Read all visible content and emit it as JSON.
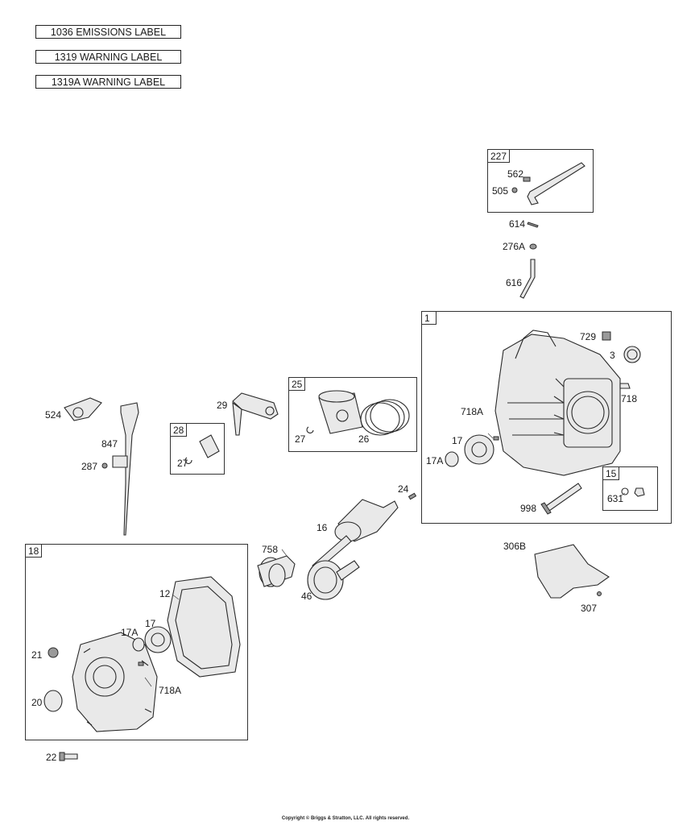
{
  "labels": [
    "1036 EMISSIONS LABEL",
    "1319 WARNING LABEL",
    "1319A WARNING LABEL"
  ],
  "groups": {
    "g227": "227",
    "g1": "1",
    "g25": "25",
    "g28": "28",
    "g15": "15",
    "g18": "18"
  },
  "callouts": {
    "c562": "562",
    "c505": "505",
    "c614": "614",
    "c276A": "276A",
    "c616": "616",
    "c729": "729",
    "c3": "3",
    "c718": "718",
    "c718A_top": "718A",
    "c17_top": "17",
    "c17A_top": "17A",
    "c998": "998",
    "c631": "631",
    "c24": "24",
    "c16": "16",
    "c758": "758",
    "c46": "46",
    "c306B": "306B",
    "c307": "307",
    "c29": "29",
    "c27_piston": "27",
    "c26": "26",
    "c27_pin": "27",
    "c524": "524",
    "c847": "847",
    "c287": "287",
    "c12": "12",
    "c17A_bot": "17A",
    "c17_bot": "17",
    "c21": "21",
    "c20": "20",
    "c718A_bot": "718A",
    "c22": "22"
  },
  "copyright": "Copyright © Briggs & Stratton, LLC. All rights reserved."
}
